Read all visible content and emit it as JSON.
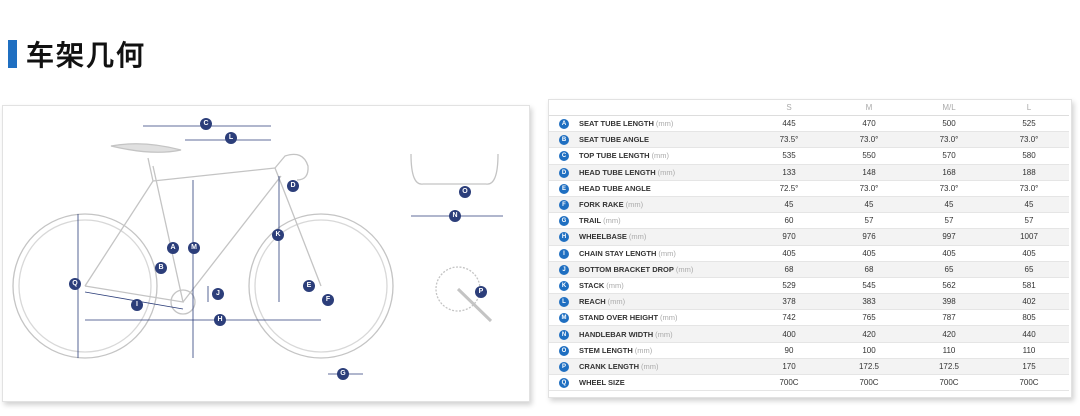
{
  "page": {
    "title": "车架几何"
  },
  "table": {
    "headers": [
      "S",
      "M",
      "M/L",
      "L"
    ],
    "rows": [
      {
        "badge": "A",
        "label": "SEAT TUBE LENGTH",
        "unit": "(mm)",
        "values": [
          "445",
          "470",
          "500",
          "525"
        ]
      },
      {
        "badge": "B",
        "label": "SEAT TUBE ANGLE",
        "unit": "",
        "values": [
          "73.5°",
          "73.0°",
          "73.0°",
          "73.0°"
        ]
      },
      {
        "badge": "C",
        "label": "TOP TUBE LENGTH",
        "unit": "(mm)",
        "values": [
          "535",
          "550",
          "570",
          "580"
        ]
      },
      {
        "badge": "D",
        "label": "HEAD TUBE LENGTH",
        "unit": "(mm)",
        "values": [
          "133",
          "148",
          "168",
          "188"
        ]
      },
      {
        "badge": "E",
        "label": "HEAD TUBE ANGLE",
        "unit": "",
        "values": [
          "72.5°",
          "73.0°",
          "73.0°",
          "73.0°"
        ]
      },
      {
        "badge": "F",
        "label": "FORK RAKE",
        "unit": "(mm)",
        "values": [
          "45",
          "45",
          "45",
          "45"
        ]
      },
      {
        "badge": "G",
        "label": "TRAIL",
        "unit": "(mm)",
        "values": [
          "60",
          "57",
          "57",
          "57"
        ]
      },
      {
        "badge": "H",
        "label": "WHEELBASE",
        "unit": "(mm)",
        "values": [
          "970",
          "976",
          "997",
          "1007"
        ]
      },
      {
        "badge": "I",
        "label": "CHAIN STAY LENGTH",
        "unit": "(mm)",
        "values": [
          "405",
          "405",
          "405",
          "405"
        ]
      },
      {
        "badge": "J",
        "label": "BOTTOM BRACKET DROP",
        "unit": "(mm)",
        "values": [
          "68",
          "68",
          "65",
          "65"
        ]
      },
      {
        "badge": "K",
        "label": "STACK",
        "unit": "(mm)",
        "values": [
          "529",
          "545",
          "562",
          "581"
        ]
      },
      {
        "badge": "L",
        "label": "REACH",
        "unit": "(mm)",
        "values": [
          "378",
          "383",
          "398",
          "402"
        ]
      },
      {
        "badge": "M",
        "label": "STAND OVER HEIGHT",
        "unit": "(mm)",
        "values": [
          "742",
          "765",
          "787",
          "805"
        ]
      },
      {
        "badge": "N",
        "label": "HANDLEBAR WIDTH",
        "unit": "(mm)",
        "values": [
          "400",
          "420",
          "420",
          "440"
        ]
      },
      {
        "badge": "O",
        "label": "STEM LENGTH",
        "unit": "(mm)",
        "values": [
          "90",
          "100",
          "110",
          "110"
        ]
      },
      {
        "badge": "P",
        "label": "CRANK LENGTH",
        "unit": "(mm)",
        "values": [
          "170",
          "172.5",
          "172.5",
          "175"
        ]
      },
      {
        "badge": "Q",
        "label": "WHEEL SIZE",
        "unit": "",
        "values": [
          "700C",
          "700C",
          "700C",
          "700C"
        ]
      }
    ]
  },
  "diagram": {
    "labels": [
      "A",
      "B",
      "C",
      "D",
      "E",
      "F",
      "G",
      "H",
      "I",
      "J",
      "K",
      "L",
      "M",
      "N",
      "O",
      "P",
      "Q"
    ],
    "colors": {
      "line": "#2c3e7a",
      "frame": "#c8c8c8",
      "accent": "#1f6fc1"
    }
  }
}
